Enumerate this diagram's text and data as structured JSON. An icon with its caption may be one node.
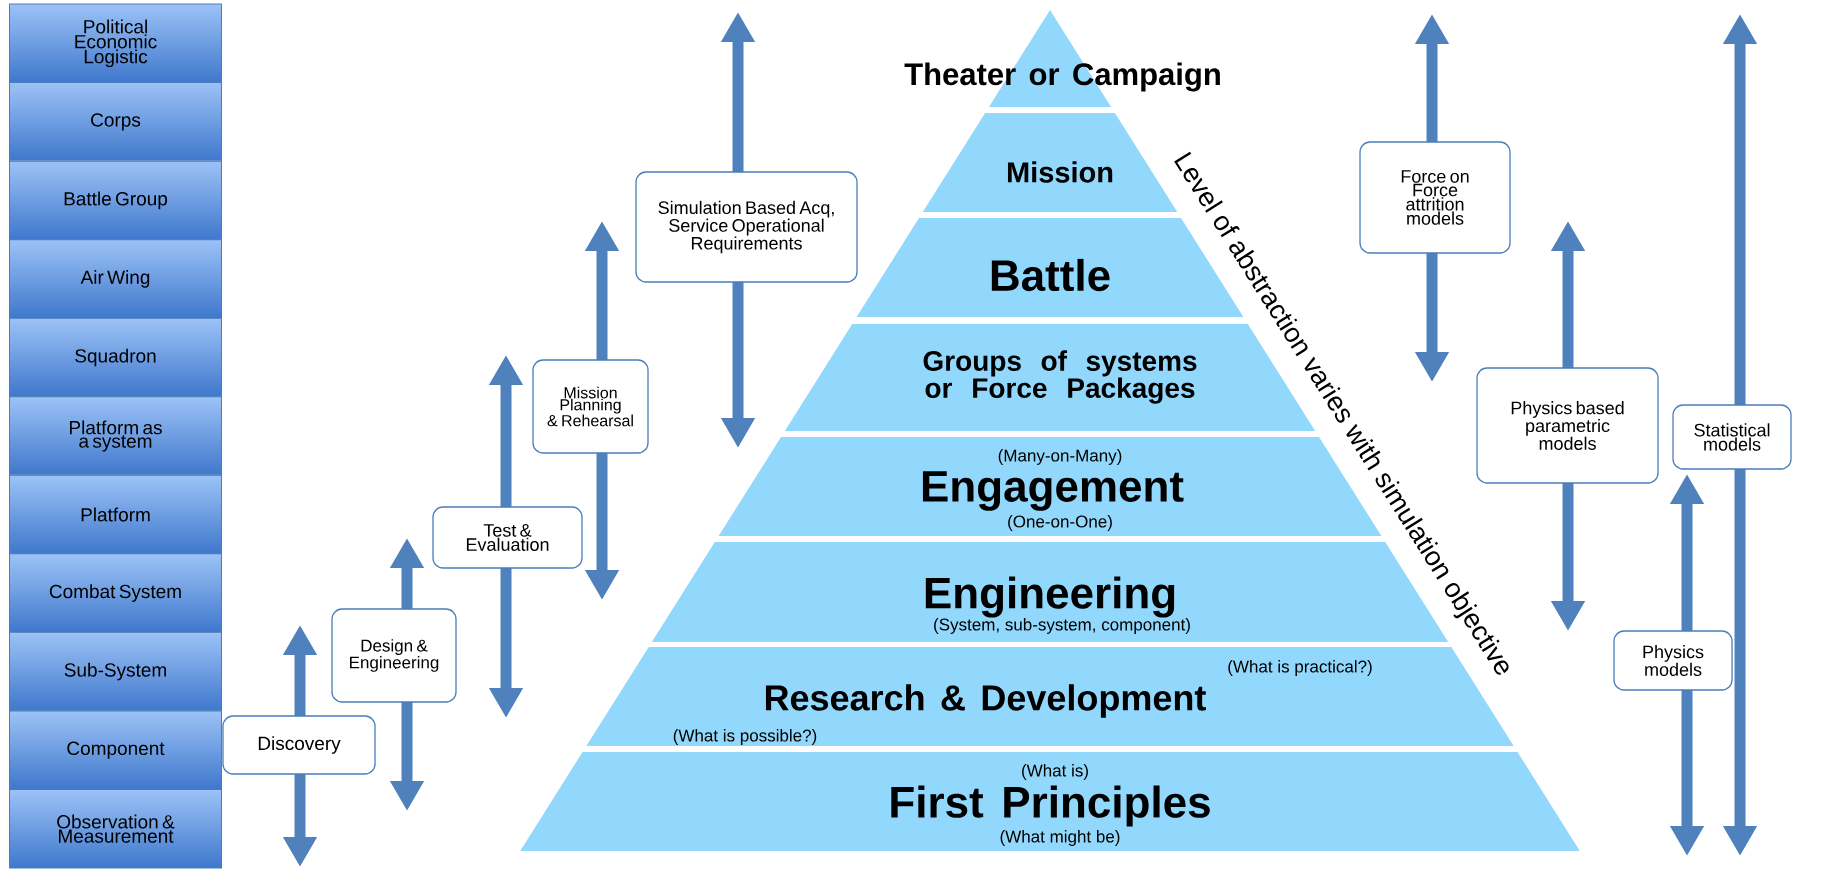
{
  "diagram": {
    "nodes": [
      {
        "text": [
          "Political Economic Logistic"
        ]
      },
      {
        "text": [
          "Corps"
        ]
      },
      {
        "text": [
          "Battle Group"
        ]
      },
      {
        "text": [
          "Air Wing"
        ]
      },
      {
        "text": [
          "Squadron"
        ]
      },
      {
        "text": [
          "Platform as a system"
        ]
      },
      {
        "text": [
          "Platform"
        ]
      },
      {
        "text": [
          "Combat System"
        ]
      },
      {
        "text": [
          "Sub-System"
        ]
      },
      {
        "text": [
          "Component"
        ]
      },
      {
        "text": [
          "Observation & Measurement"
        ]
      },
      {
        "text": [
          "Theater or Campaign"
        ]
      },
      {
        "text": [
          "Mission"
        ]
      },
      {
        "text": [
          "Battle"
        ]
      },
      {
        "text": [
          "Groups of systems or Force Packages"
        ]
      },
      {
        "text": [
          "(Many-on-Many)",
          "Engagement",
          "(One-on-One)"
        ]
      },
      {
        "text": [
          "Engineering",
          "(System, sub-system, component)"
        ]
      },
      {
        "text": [
          "(What is practical?)",
          "Research & Development",
          "(What is possible?)"
        ]
      },
      {
        "text": [
          "(What is)",
          "First Principles",
          "(What might be)"
        ]
      },
      {
        "text": [
          "Simulation Based Acq, Service Operational Requirements"
        ]
      },
      {
        "text": [
          "Mission Planning & Rehearsal"
        ]
      },
      {
        "text": [
          "Test & Evaluation"
        ]
      },
      {
        "text": [
          "Design & Engineering"
        ]
      },
      {
        "text": [
          "Discovery"
        ]
      },
      {
        "text": [
          "Force on Force attrition models"
        ]
      },
      {
        "text": [
          "Physics based parametric models"
        ]
      },
      {
        "text": [
          "Statistical models"
        ]
      },
      {
        "text": [
          "Physics models"
        ]
      }
    ],
    "labels": [
      "Level of abstraction varies with simulation objective"
    ]
  }
}
